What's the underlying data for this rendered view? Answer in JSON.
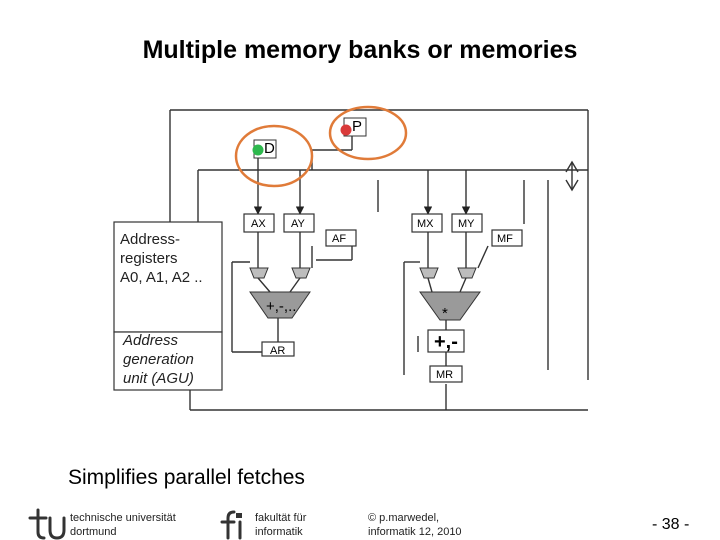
{
  "title": "Multiple memory banks or memories",
  "diagram": {
    "memory_p": "P",
    "memory_d": "D",
    "registers": {
      "ax": "AX",
      "ay": "AY",
      "af": "AF",
      "mx": "MX",
      "my": "MY",
      "mf": "MF",
      "ar": "AR",
      "mr": "MR"
    },
    "ops": {
      "alu": "+,-,..",
      "mult": "*",
      "acc": "+,-"
    },
    "address_registers_lines": [
      "Address-",
      "registers",
      "A0, A1, A2 .."
    ],
    "agu_lines": [
      "Address",
      "generation",
      "unit (AGU)"
    ],
    "colors": {
      "highlight_ring": "#e07b39",
      "d_dot": "#2db84d",
      "p_dot": "#d93a3a",
      "alu_fill": "#9a9a9a",
      "logo": "#333333"
    }
  },
  "bottom_text": "Simplifies parallel fetches",
  "footer": {
    "university_lines": [
      "technische universität",
      "dortmund"
    ],
    "faculty_lines": [
      "fakultät für",
      "informatik"
    ],
    "copyright_lines": [
      "© p.marwedel,",
      "informatik 12,  2010"
    ],
    "page": "- 38 -"
  }
}
